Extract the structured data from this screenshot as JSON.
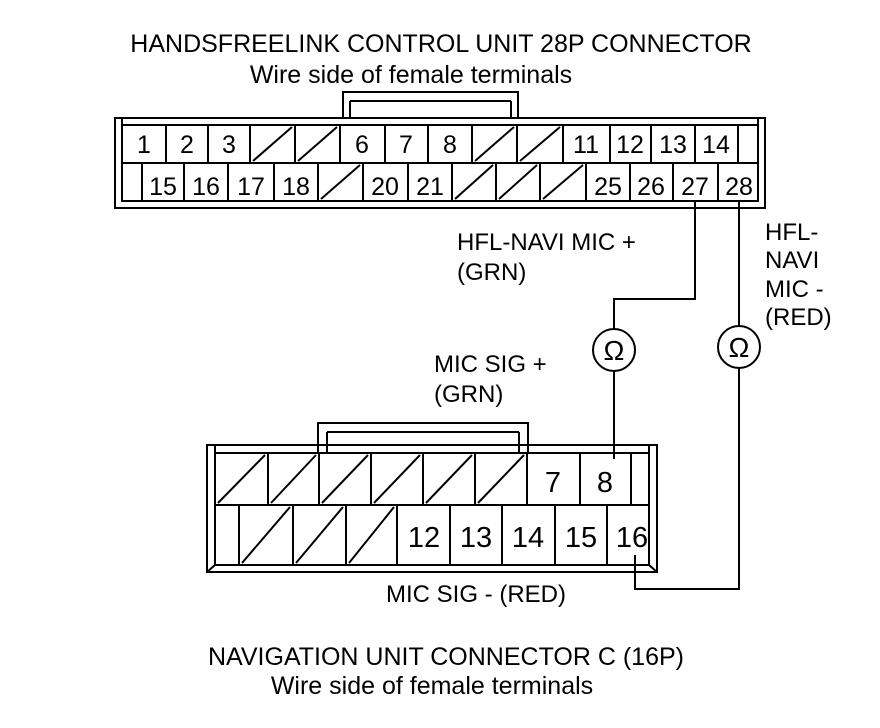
{
  "top_connector": {
    "title": "HANDSFREELINK CONTROL UNIT 28P CONNECTOR",
    "subtitle": "Wire side of female terminals",
    "row1": [
      "1",
      "2",
      "3",
      "",
      "",
      "6",
      "7",
      "8",
      "",
      "",
      "11",
      "12",
      "13",
      "14",
      ""
    ],
    "row2": [
      "",
      "15",
      "16",
      "17",
      "18",
      "",
      "20",
      "21",
      "",
      "",
      "",
      "25",
      "26",
      "27",
      "28"
    ]
  },
  "bottom_connector": {
    "title": "NAVIGATION UNIT CONNECTOR C (16P)",
    "subtitle": "Wire side of female terminals",
    "row1": [
      "",
      "",
      "",
      "",
      "",
      "",
      "7",
      "8",
      ""
    ],
    "row2": [
      "",
      "",
      "",
      "",
      "12",
      "13",
      "14",
      "15",
      "16"
    ]
  },
  "wires": {
    "hfl_mic_plus_line1": "HFL-NAVI MIC +",
    "hfl_mic_plus_line2": "(GRN)",
    "hfl_mic_minus_line1": "HFL-",
    "hfl_mic_minus_line2": "NAVI",
    "hfl_mic_minus_line3": "MIC -",
    "hfl_mic_minus_line4": "(RED)",
    "mic_sig_plus_line1": "MIC SIG +",
    "mic_sig_plus_line2": "(GRN)",
    "mic_sig_minus": "MIC SIG -  (RED)"
  },
  "meters": {
    "left_symbol": "Ω",
    "right_symbol": "Ω"
  }
}
